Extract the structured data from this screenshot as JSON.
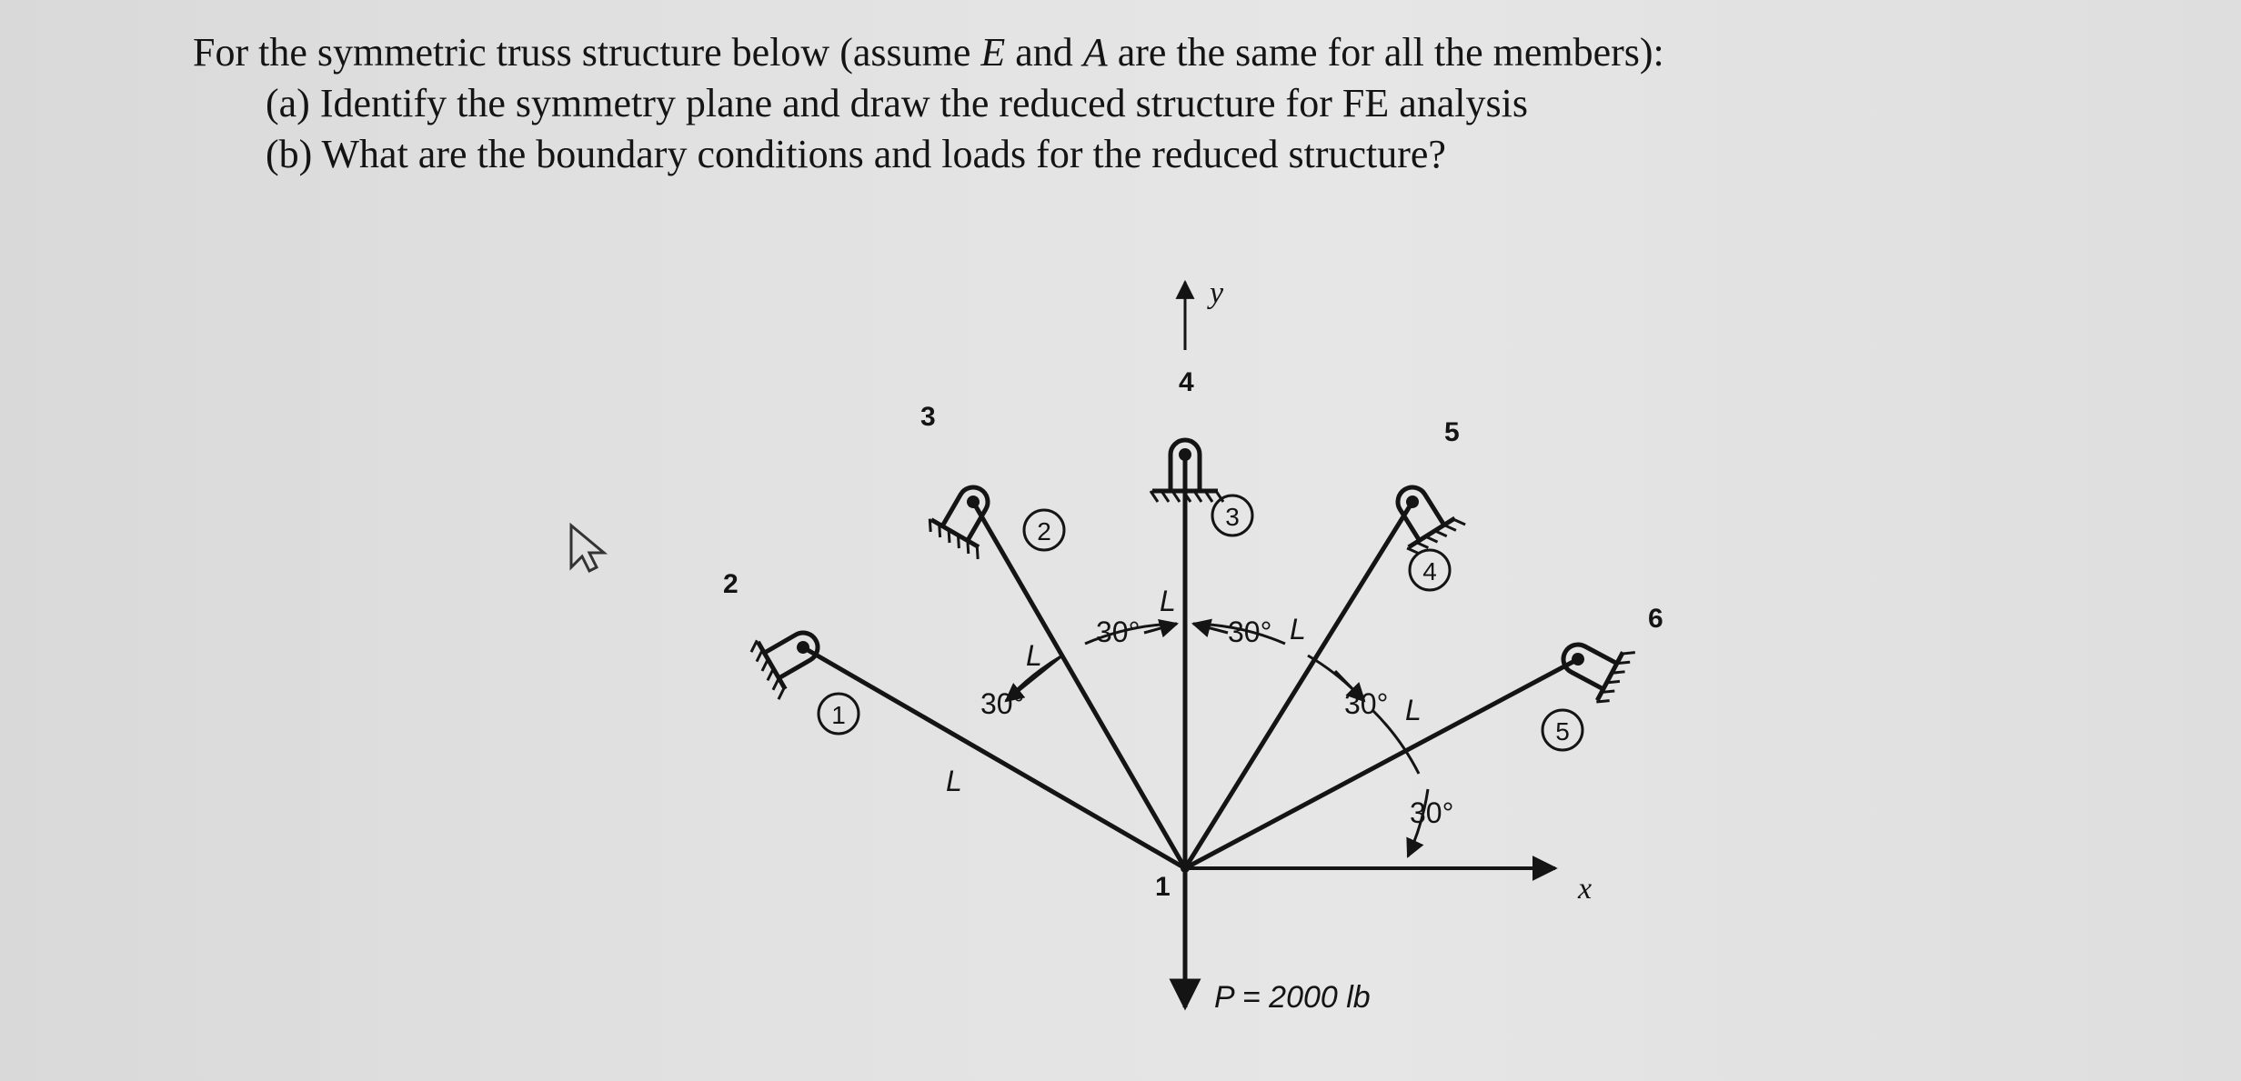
{
  "problem": {
    "intro_before_e": "For the symmetric truss structure below (assume ",
    "var_e": "E",
    "intro_mid": " and ",
    "var_a": "A",
    "intro_after": " are the same for all the members):",
    "part_a": "(a) Identify the symmetry plane and draw the reduced structure for FE analysis",
    "part_b": "(b) What are the boundary conditions and loads for the reduced structure?"
  },
  "figure": {
    "node_labels": [
      "1",
      "2",
      "3",
      "4",
      "5",
      "6"
    ],
    "element_labels": [
      "1",
      "2",
      "3",
      "4",
      "5"
    ],
    "length_label": "L",
    "angle_label": "30°",
    "x_axis_label": "x",
    "y_axis_label": "y",
    "load_label": "P = 2000 lb"
  },
  "colors": {
    "ink": "#141414",
    "background": "#e2e2e2"
  }
}
